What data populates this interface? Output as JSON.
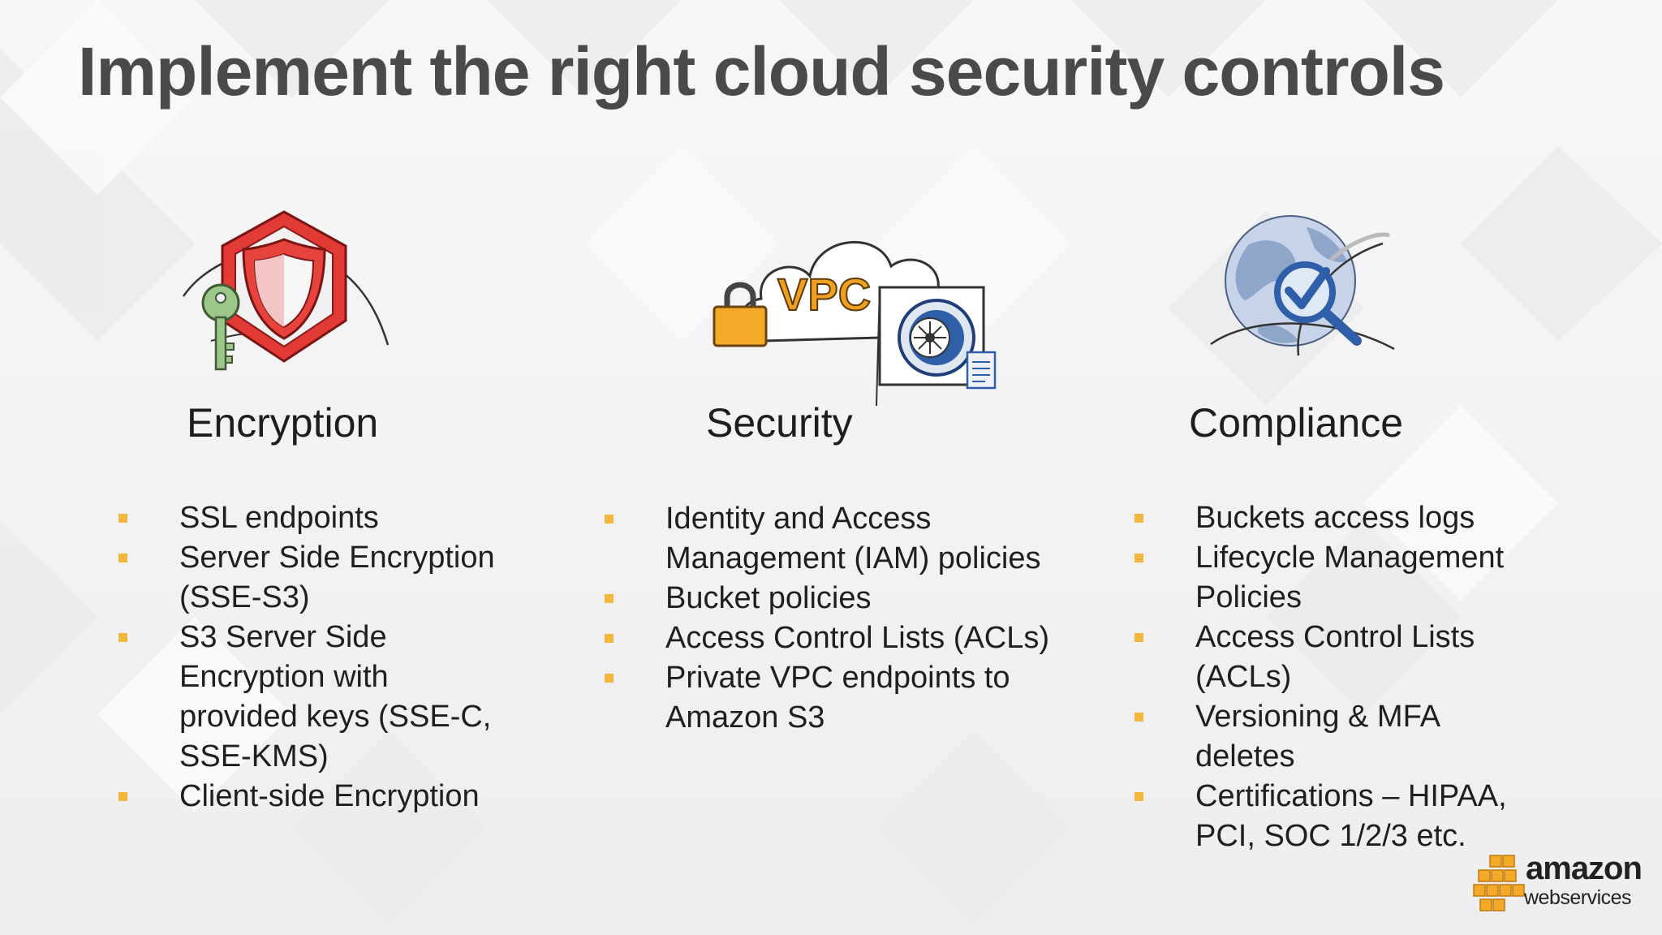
{
  "slide": {
    "title": "Implement the right cloud security controls"
  },
  "colors": {
    "bullet": "#f4b73d",
    "title": "#4a4a4a",
    "shield_red": "#e0373a",
    "key_green": "#8fbf7f",
    "vpc_orange": "#f0a020",
    "globe_blue": "#7d9dc6"
  },
  "pillars": [
    {
      "heading": "Encryption",
      "icon": "shield-key-icon",
      "items": [
        [
          "SSL endpoints"
        ],
        [
          "Server Side Encryption",
          "(SSE-S3)"
        ],
        [
          "S3 Server Side",
          "Encryption with",
          "provided keys (SSE-C,",
          "SSE-KMS)"
        ],
        [
          "Client-side Encryption"
        ]
      ]
    },
    {
      "heading": "Security",
      "icon": "vpc-cloud-vault-icon",
      "icon_text": "VPC",
      "items": [
        [
          "Identity and Access",
          "Management (IAM) policies"
        ],
        [
          "Bucket policies"
        ],
        [
          "Access Control Lists (ACLs)"
        ],
        [
          "Private VPC endpoints to",
          "Amazon S3"
        ]
      ]
    },
    {
      "heading": "Compliance",
      "icon": "globe-check-magnifier-icon",
      "items": [
        [
          "Buckets access logs"
        ],
        [
          "Lifecycle Management",
          "Policies"
        ],
        [
          "Access Control Lists",
          "(ACLs)"
        ],
        [
          "Versioning & MFA",
          "deletes"
        ],
        [
          "Certifications – HIPAA,",
          "PCI, SOC 1/2/3 etc."
        ]
      ]
    }
  ],
  "logo": {
    "word": "amazon",
    "sub": "webservices",
    "icon": "aws-cubes-icon"
  }
}
